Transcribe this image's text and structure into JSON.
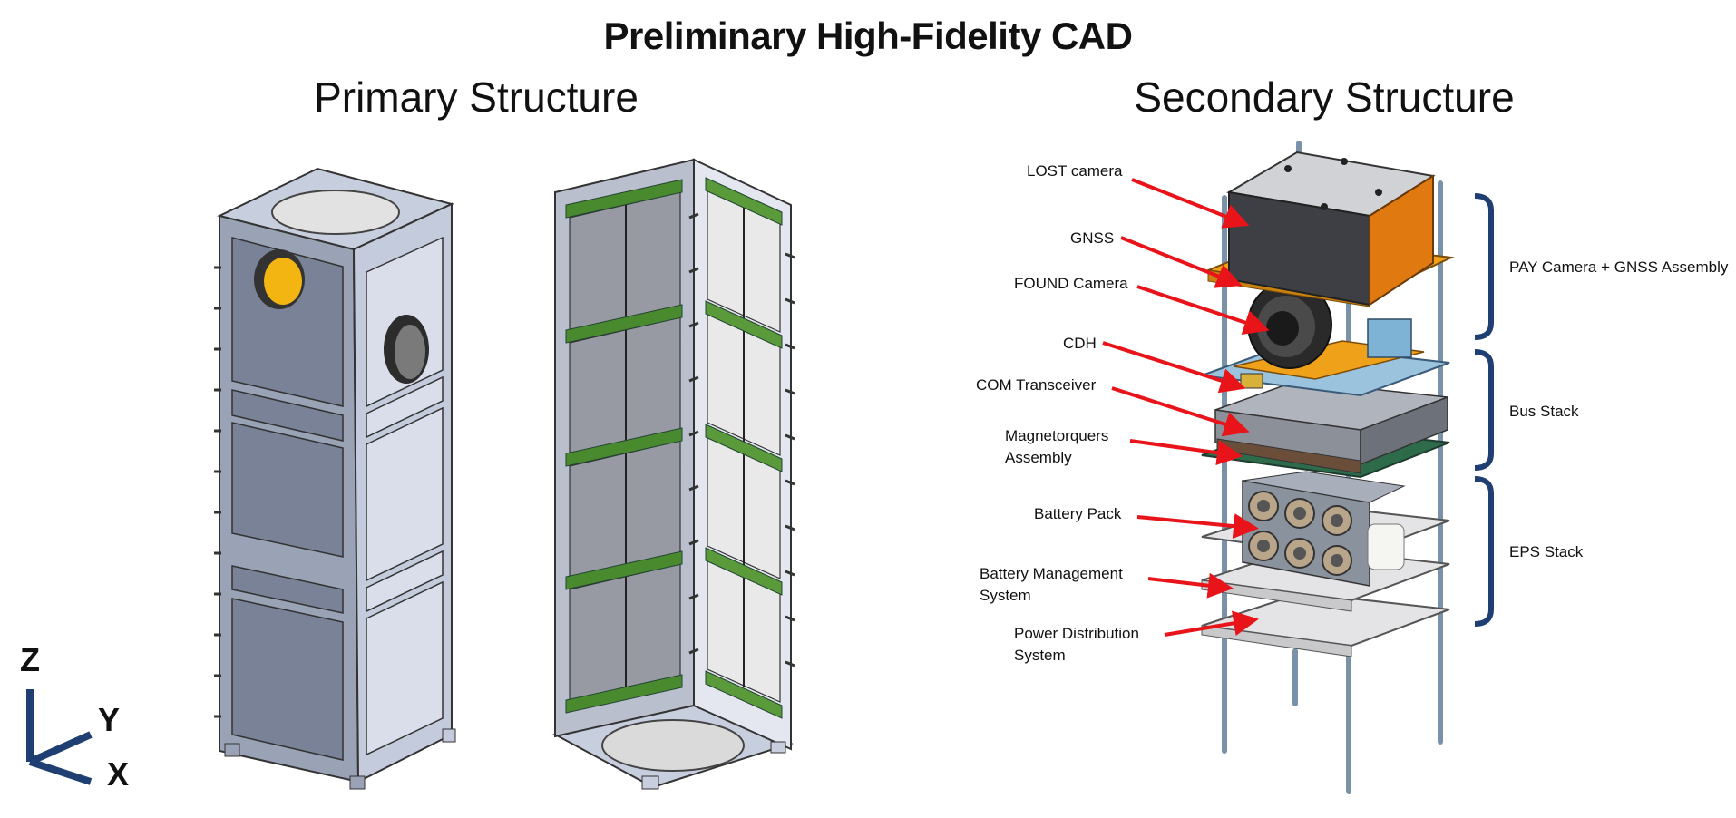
{
  "title": "Preliminary High-Fidelity CAD",
  "sections": {
    "primary": "Primary Structure",
    "secondary": "Secondary Structure"
  },
  "axes": {
    "z": "Z",
    "y": "Y",
    "x": "X"
  },
  "components": [
    {
      "label_lines": [
        "LOST camera"
      ]
    },
    {
      "label_lines": [
        "GNSS"
      ]
    },
    {
      "label_lines": [
        "FOUND Camera"
      ]
    },
    {
      "label_lines": [
        "CDH"
      ]
    },
    {
      "label_lines": [
        "COM Transceiver"
      ]
    },
    {
      "label_lines": [
        "Magnetorquers",
        "Assembly"
      ]
    },
    {
      "label_lines": [
        "Battery Pack"
      ]
    },
    {
      "label_lines": [
        "Battery Management",
        "System"
      ]
    },
    {
      "label_lines": [
        "Power Distribution",
        "System"
      ]
    }
  ],
  "groups": [
    {
      "label": "PAY Camera + GNSS Assembly"
    },
    {
      "label": "Bus Stack"
    },
    {
      "label": "EPS Stack"
    }
  ],
  "colors": {
    "arrow": "#e8141a",
    "bracket": "#1f3f73",
    "axis": "#1f3f73",
    "frame": "#b7bfd2",
    "panel_green": "#4a8a2e",
    "board_orange": "#f0a11a"
  }
}
